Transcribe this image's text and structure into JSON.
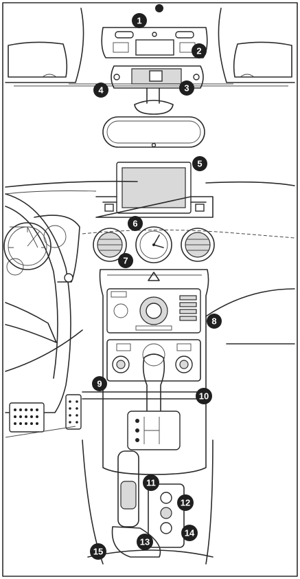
{
  "callouts": [
    {
      "id": "1",
      "label": "1"
    },
    {
      "id": "2",
      "label": "2"
    },
    {
      "id": "3",
      "label": "3"
    },
    {
      "id": "4",
      "label": "4"
    },
    {
      "id": "5",
      "label": "5"
    },
    {
      "id": "6",
      "label": "6"
    },
    {
      "id": "7",
      "label": "7"
    },
    {
      "id": "8",
      "label": "8"
    },
    {
      "id": "9",
      "label": "9"
    },
    {
      "id": "10",
      "label": "10"
    },
    {
      "id": "11",
      "label": "11"
    },
    {
      "id": "12",
      "label": "12"
    },
    {
      "id": "13",
      "label": "13"
    },
    {
      "id": "14",
      "label": "14"
    },
    {
      "id": "15",
      "label": "15"
    }
  ],
  "colors": {
    "line": "#2a2a2a",
    "badge": "#1f1f1f",
    "badge_text": "#ffffff",
    "panel_fill": "#d9d9d9"
  },
  "icons": [
    "hazard-triangle-icon"
  ]
}
